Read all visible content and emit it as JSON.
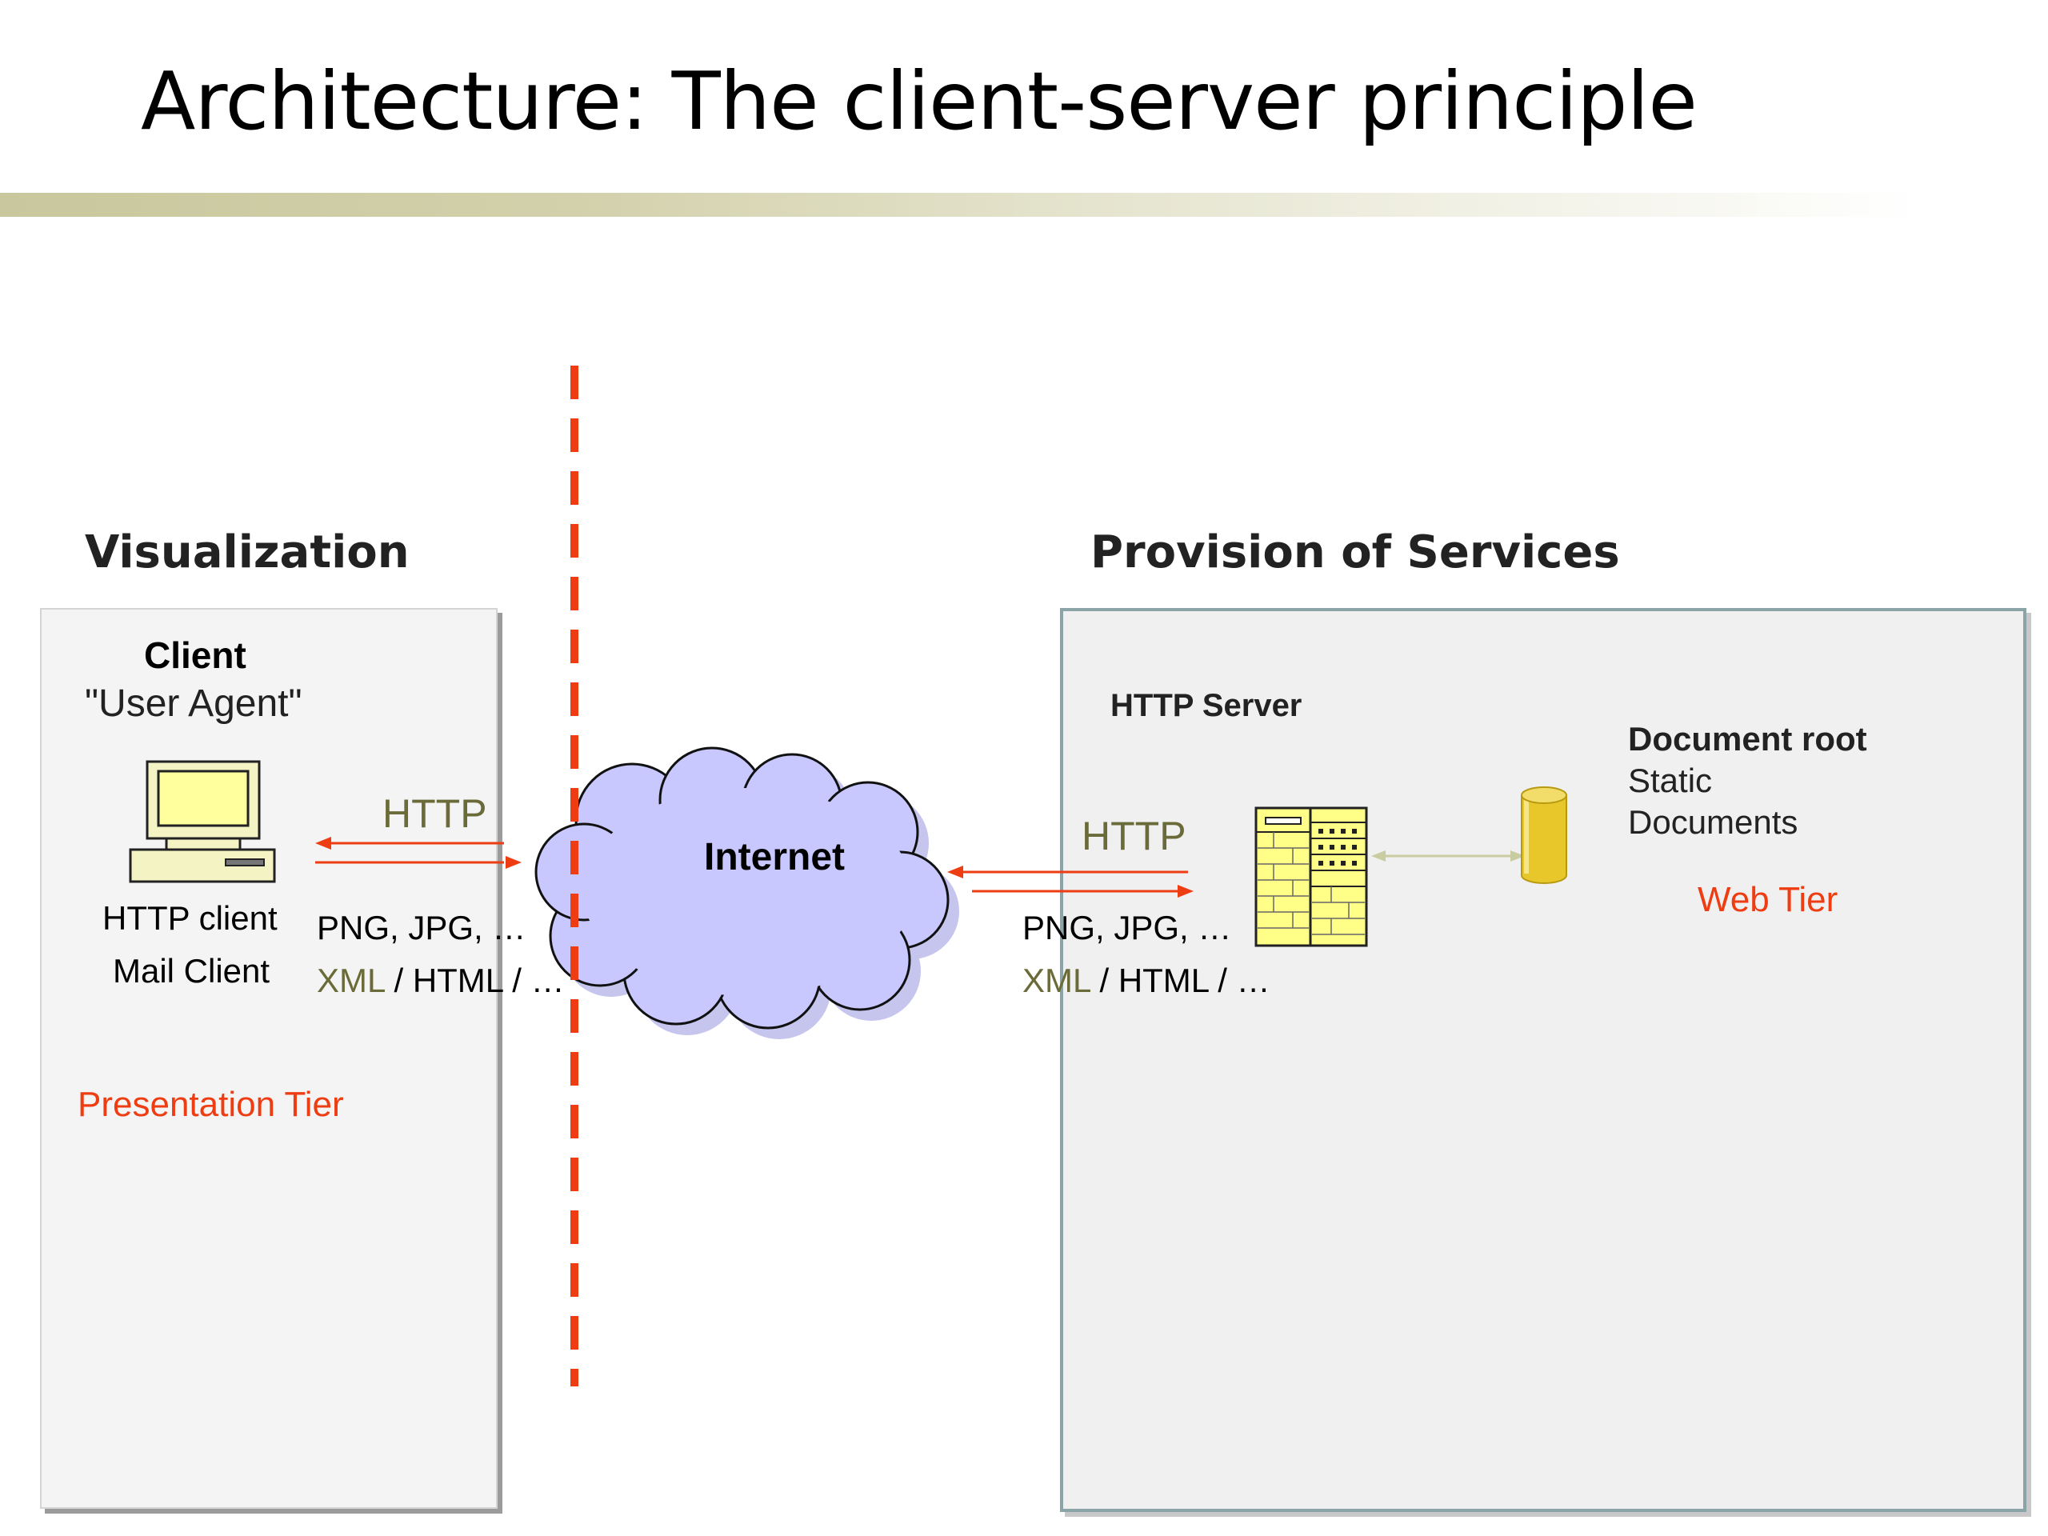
{
  "slide": {
    "title": "Architecture: The client-server principle"
  },
  "left": {
    "heading": "Visualization",
    "client_label": "Client",
    "client_sublabel": "\"User Agent\"",
    "http_label": "HTTP",
    "formats_line1": "PNG, JPG, …",
    "formats_xml": "XML",
    "formats_rest": " / HTML / …",
    "client_type_1": "HTTP client",
    "client_type_2": "Mail Client",
    "tier": "Presentation Tier"
  },
  "center": {
    "cloud_label": "Internet"
  },
  "right": {
    "heading": "Provision of Services",
    "server_label": "HTTP Server",
    "http_label": "HTTP",
    "formats_line1": "PNG, JPG, …",
    "formats_xml": "XML",
    "formats_rest": " / HTML / …",
    "docroot_title": "Document root",
    "docroot_line1": "Static",
    "docroot_line2": "Documents",
    "tier": "Web Tier"
  },
  "colors": {
    "divider": "#ee3d12",
    "cloud_fill": "#c8c8ff",
    "accent_red": "#ee3d12",
    "accent_olive": "#6b6b3a"
  },
  "icons": [
    "computer-icon",
    "server-icon",
    "database-icon",
    "cloud-icon"
  ]
}
